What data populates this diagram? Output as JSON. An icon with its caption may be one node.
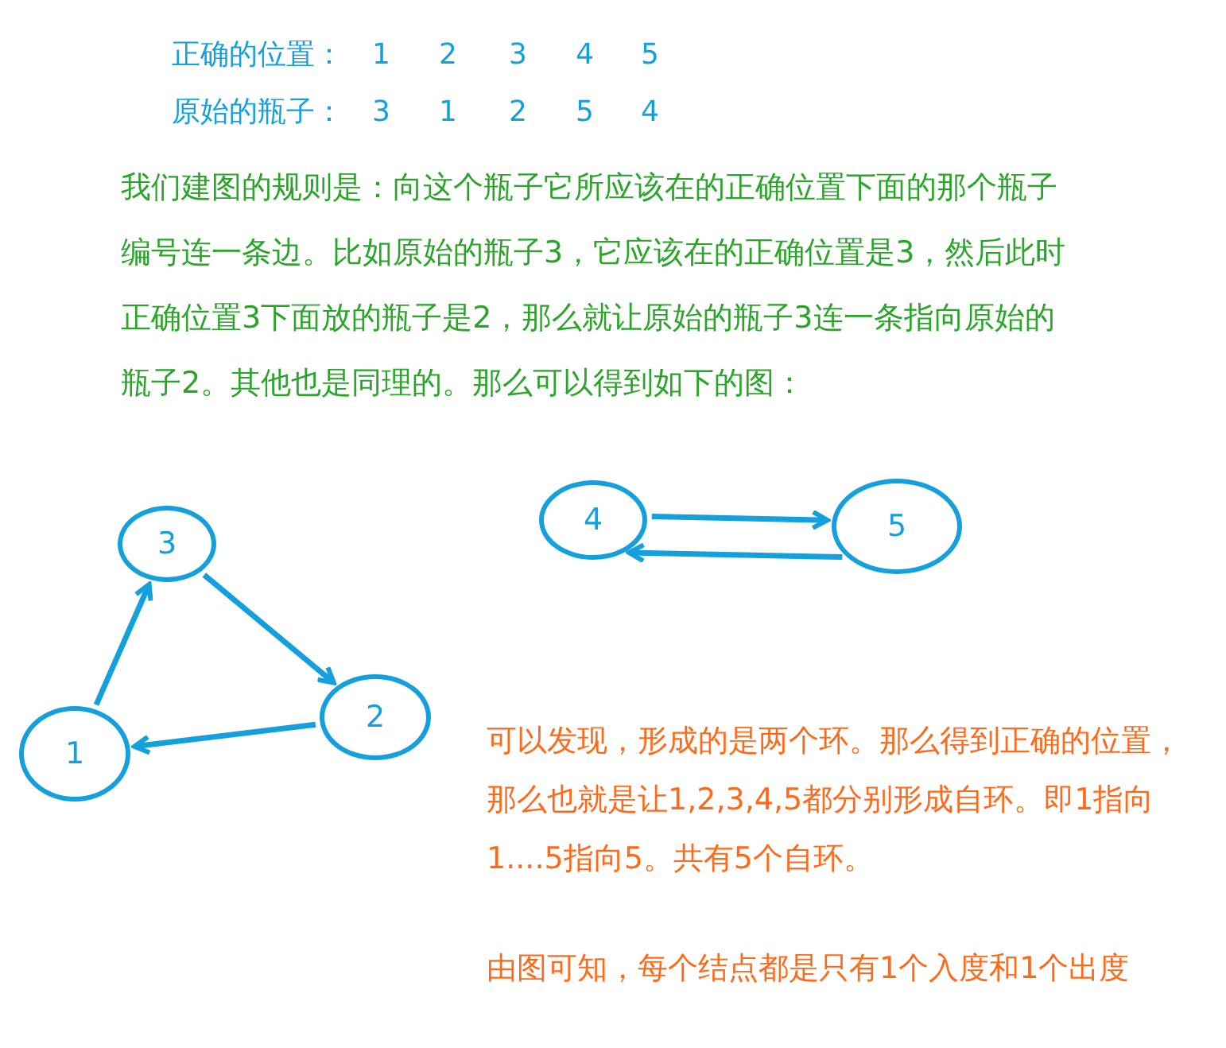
{
  "diagram": {
    "nodes": [
      {
        "text": [
          "3"
        ]
      },
      {
        "text": [
          "2"
        ]
      },
      {
        "text": [
          "1"
        ]
      },
      {
        "text": [
          "4"
        ]
      },
      {
        "text": [
          "5"
        ]
      }
    ],
    "edges": [
      {
        "from": 2,
        "to": 0,
        "arrow": "to"
      },
      {
        "from": 0,
        "to": 1,
        "arrow": "to"
      },
      {
        "from": 1,
        "to": 2,
        "arrow": "to"
      },
      {
        "from": 3,
        "to": 4,
        "arrow": "to"
      },
      {
        "from": 4,
        "to": 3,
        "arrow": "to"
      }
    ],
    "labels": [
      "正确的位置：",
      "1",
      "2",
      "3",
      "4",
      "5",
      "原始的瓶子：",
      "3",
      "1",
      "2",
      "5",
      "4",
      "我们建图的规则是：向这个瓶子它所应该在的正确位置下面的那个瓶子编号连一条边。比如原始的瓶子3，它应该在的正确位置是3，然后此时正确位置3下面放的瓶子是2，那么就让原始的瓶子3连一条指向原始的瓶子2。其他也是同理的。那么可以得到如下的图：",
      "可以发现，形成的是两个环。那么得到正确的位置，那么也就是让1,2,3,4,5都分别形成自环。即1指向1....5指向5。共有5个自环。",
      "由图可知，每个结点都是只有1个入度和1个出度"
    ]
  }
}
